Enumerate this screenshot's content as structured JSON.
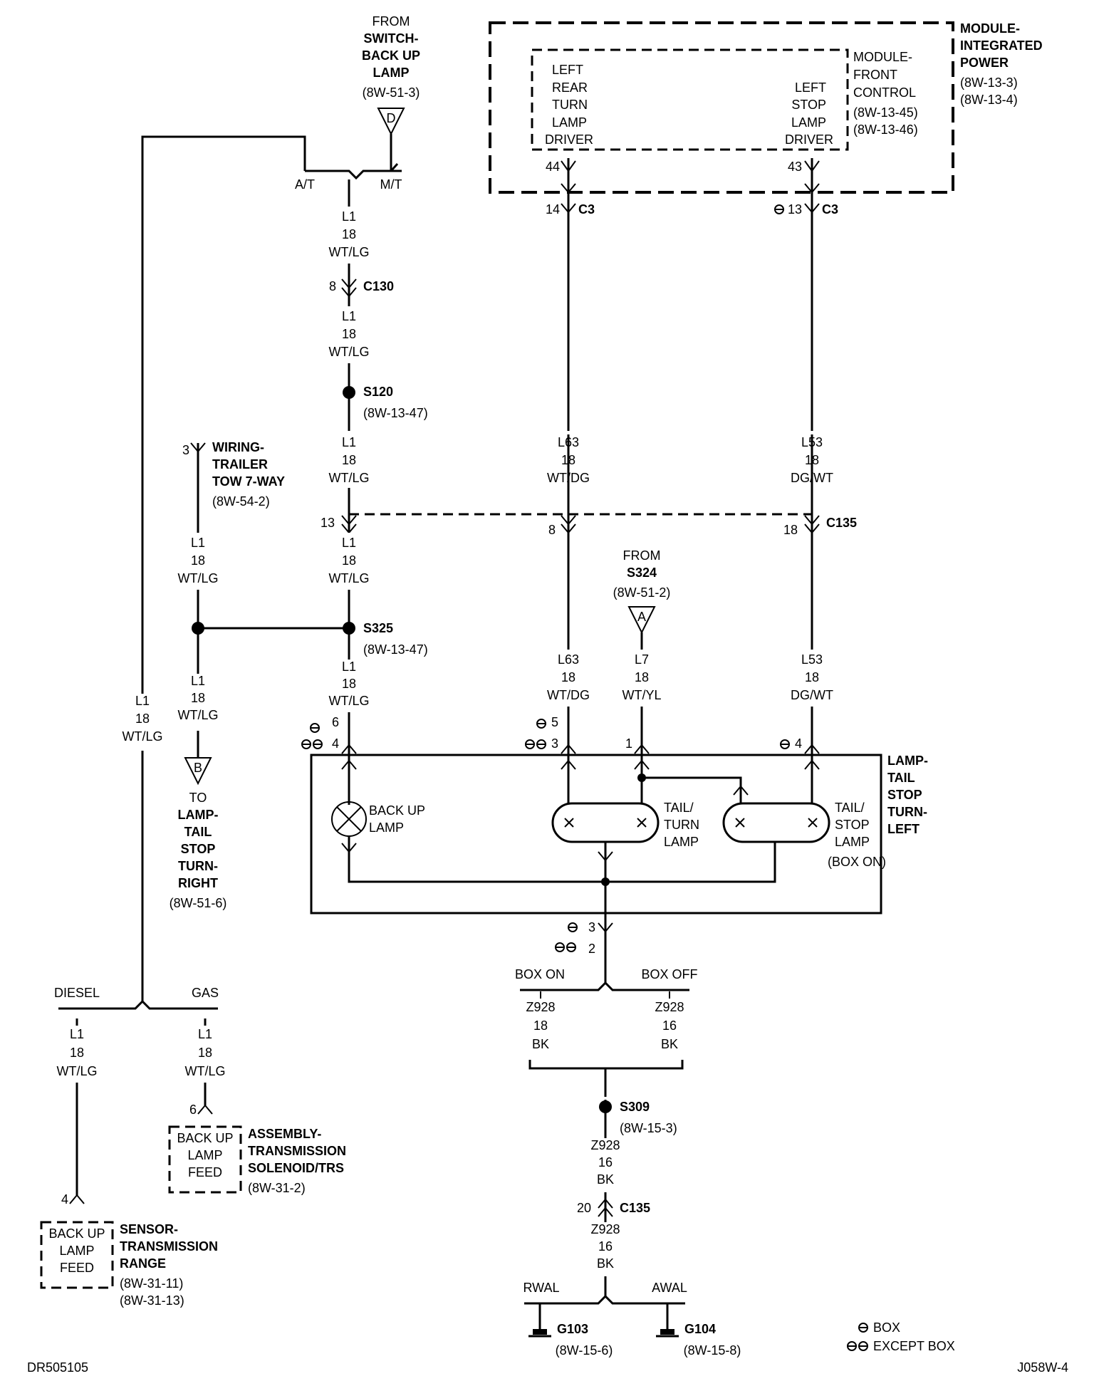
{
  "diagram_id": "DR505105",
  "page_ref": "J058W-4",
  "legend": {
    "box": "BOX",
    "except_box": "EXCEPT BOX"
  },
  "from_switch": {
    "l1": "FROM",
    "l2": "SWITCH-",
    "l3": "BACK UP",
    "l4": "LAMP",
    "ref": "(8W-51-3)",
    "tag": "D"
  },
  "at_label": "A/T",
  "mt_label": "M/T",
  "module_integrated_power": {
    "l1": "MODULE-",
    "l2": "INTEGRATED",
    "l3": "POWER",
    "ref1": "(8W-13-3)",
    "ref2": "(8W-13-4)"
  },
  "module_front_control": {
    "l1": "MODULE-",
    "l2": "FRONT",
    "l3": "CONTROL",
    "ref1": "(8W-13-45)",
    "ref2": "(8W-13-46)"
  },
  "left_rear_turn_driver": {
    "l1": "LEFT",
    "l2": "REAR",
    "l3": "TURN",
    "l4": "LAMP",
    "l5": "DRIVER",
    "pin": "44"
  },
  "left_stop_driver": {
    "l1": "LEFT",
    "l2": "STOP",
    "l3": "LAMP",
    "l4": "DRIVER",
    "pin": "43"
  },
  "c3_left": {
    "pin": "14",
    "name": "C3"
  },
  "c3_right": {
    "pin": "13",
    "name": "C3"
  },
  "wire_l1_a": {
    "circuit": "L1",
    "gauge": "18",
    "color": "WT/LG"
  },
  "c130": {
    "pin": "8",
    "name": "C130"
  },
  "wire_l1_b": {
    "circuit": "L1",
    "gauge": "18",
    "color": "WT/LG"
  },
  "s120": {
    "name": "S120",
    "ref": "(8W-13-47)"
  },
  "wire_l1_c": {
    "circuit": "L1",
    "gauge": "18",
    "color": "WT/LG"
  },
  "wire_l63_a": {
    "circuit": "L63",
    "gauge": "18",
    "color": "WT/DG"
  },
  "wire_l53_a": {
    "circuit": "L53",
    "gauge": "18",
    "color": "DG/WT"
  },
  "trailer_tow": {
    "pin": "3",
    "l1": "WIRING-",
    "l2": "TRAILER",
    "l3": "TOW 7-WAY",
    "ref": "(8W-54-2)"
  },
  "c135_top": {
    "pin_l1": "13",
    "pin_l63": "8",
    "pin_l53": "18",
    "name": "C135"
  },
  "wire_l1_tow": {
    "circuit": "L1",
    "gauge": "18",
    "color": "WT/LG"
  },
  "wire_l1_d": {
    "circuit": "L1",
    "gauge": "18",
    "color": "WT/LG"
  },
  "from_s324": {
    "l1": "FROM",
    "l2": "S324",
    "ref": "(8W-51-2)",
    "tag": "A"
  },
  "s325": {
    "name": "S325",
    "ref": "(8W-13-47)"
  },
  "wire_l1_e": {
    "circuit": "L1",
    "gauge": "18",
    "color": "WT/LG"
  },
  "wire_l1_right": {
    "circuit": "L1",
    "gauge": "18",
    "color": "WT/LG"
  },
  "wire_l63_b": {
    "circuit": "L63",
    "gauge": "18",
    "color": "WT/DG"
  },
  "wire_l7": {
    "circuit": "L7",
    "gauge": "18",
    "color": "WT/YL"
  },
  "wire_l53_b": {
    "circuit": "L53",
    "gauge": "18",
    "color": "DG/WT"
  },
  "wire_l1_long": {
    "circuit": "L1",
    "gauge": "18",
    "color": "WT/LG"
  },
  "to_right_lamp": {
    "tag": "B",
    "l1": "TO",
    "l2": "LAMP-",
    "l3": "TAIL",
    "l4": "STOP",
    "l5": "TURN-",
    "l6": "RIGHT",
    "ref": "(8W-51-6)"
  },
  "lamp_pins": {
    "bu_box": "6",
    "bu_except": "4",
    "tt_box": "5",
    "tt_except": "3",
    "l7": "1",
    "ts_box": "4"
  },
  "lamp_assembly": {
    "l1": "LAMP-",
    "l2": "TAIL",
    "l3": "STOP",
    "l4": "TURN-",
    "l5": "LEFT"
  },
  "backup_lamp": {
    "l1": "BACK UP",
    "l2": "LAMP"
  },
  "tail_turn_lamp": {
    "l1": "TAIL/",
    "l2": "TURN",
    "l3": "LAMP"
  },
  "tail_stop_lamp": {
    "l1": "TAIL/",
    "l2": "STOP",
    "l3": "LAMP",
    "note": "(BOX ON)"
  },
  "ground_pins": {
    "box": "3",
    "except": "2"
  },
  "box_on": "BOX ON",
  "box_off": "BOX OFF",
  "wire_z928_a": {
    "circuit": "Z928",
    "gauge": "18",
    "color": "BK"
  },
  "wire_z928_b": {
    "circuit": "Z928",
    "gauge": "16",
    "color": "BK"
  },
  "s309": {
    "name": "S309",
    "ref": "(8W-15-3)"
  },
  "wire_z928_c": {
    "circuit": "Z928",
    "gauge": "16",
    "color": "BK"
  },
  "c135_bottom": {
    "pin": "20",
    "name": "C135"
  },
  "wire_z928_d": {
    "circuit": "Z928",
    "gauge": "16",
    "color": "BK"
  },
  "rwal": "RWAL",
  "awal": "AWAL",
  "g103": {
    "name": "G103",
    "ref": "(8W-15-6)"
  },
  "g104": {
    "name": "G104",
    "ref": "(8W-15-8)"
  },
  "diesel": "DIESEL",
  "gas": "GAS",
  "wire_l1_diesel": {
    "circuit": "L1",
    "gauge": "18",
    "color": "WT/LG"
  },
  "wire_l1_gas": {
    "circuit": "L1",
    "gauge": "18",
    "color": "WT/LG"
  },
  "trs_assembly": {
    "pin": "6",
    "box_l1": "BACK UP",
    "box_l2": "LAMP",
    "box_l3": "FEED",
    "l1": "ASSEMBLY-",
    "l2": "TRANSMISSION",
    "l3": "SOLENOID/TRS",
    "ref": "(8W-31-2)"
  },
  "range_sensor": {
    "pin": "4",
    "box_l1": "BACK UP",
    "box_l2": "LAMP",
    "box_l3": "FEED",
    "l1": "SENSOR-",
    "l2": "TRANSMISSION",
    "l3": "RANGE",
    "ref1": "(8W-31-11)",
    "ref2": "(8W-31-13)"
  }
}
